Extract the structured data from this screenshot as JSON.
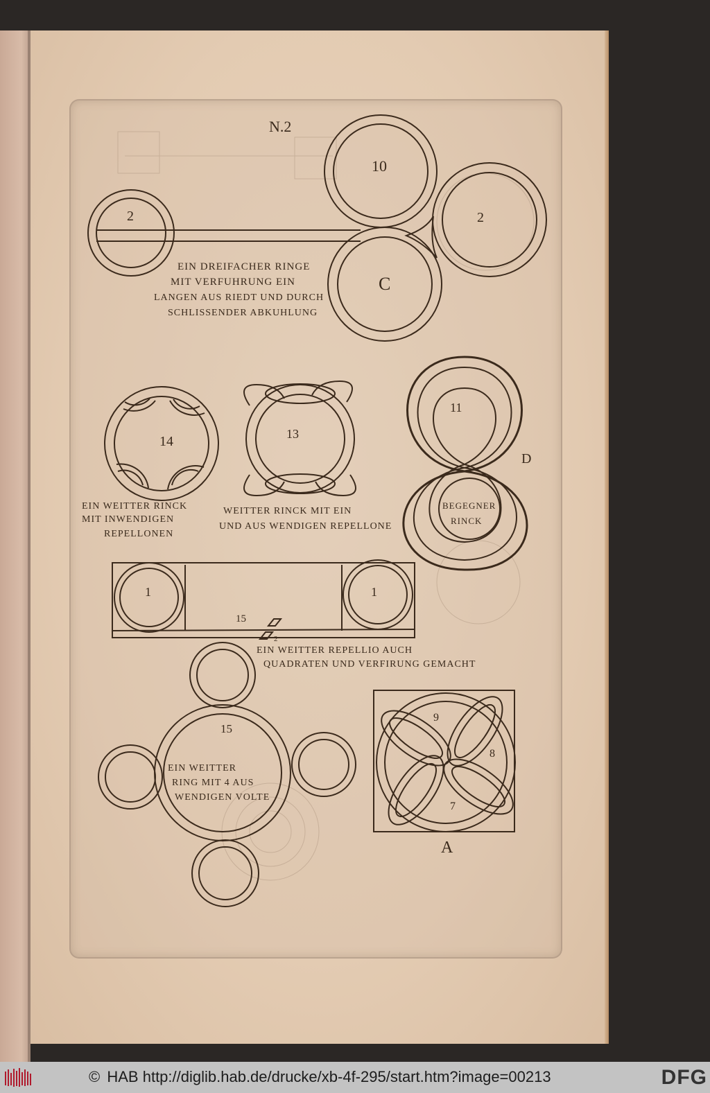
{
  "footer": {
    "copyright_symbol": "©",
    "holder": "HAB",
    "url": "http://diglib.hab.de/drucke/xb-4f-295/start.htm?image=00213",
    "logo_left": "hab-barcode-logo",
    "logo_right": "DFG"
  },
  "plate": {
    "plate_number": "N.2",
    "figures": [
      {
        "id": "triple-ring",
        "labels": [
          "10",
          "2",
          "C",
          "2"
        ],
        "caption_lines": [
          "EIN DREIFACHER RINGE",
          "MIT VERFUHRUNG EIN",
          "LANGEN AUS RIEDT UND DURCH",
          "SCHLISSENDER ABKUHLUNG"
        ]
      },
      {
        "id": "ring-14",
        "labels": [
          "14"
        ],
        "caption_lines": [
          "EIN WEITTER RINCK",
          "MIT INWENDIGEN",
          "REPELLONEN"
        ]
      },
      {
        "id": "ring-13",
        "labels": [
          "13"
        ],
        "caption_lines": [
          "WEITTER RINCK MIT EIN",
          "UND AUS WENDIGEN REPELLONE"
        ]
      },
      {
        "id": "figure-eight",
        "labels": [
          "11",
          "D"
        ],
        "caption_lines": [
          "BEGEGNER",
          "RINCK"
        ]
      },
      {
        "id": "square-repellio",
        "labels": [
          "1",
          "1",
          "15",
          "2"
        ],
        "caption_lines": [
          "EIN WEITTER REPELLIO AUCH",
          "QUADRATEN UND VERFIRUNG GEMACHT"
        ]
      },
      {
        "id": "ring-15",
        "labels": [
          "15"
        ],
        "caption_lines": [
          "EIN WEITTER",
          "RING MIT 4 AUS",
          "WENDIGEN VOLTE"
        ]
      },
      {
        "id": "quatrefoil",
        "labels": [
          "9",
          "8",
          "7",
          "A"
        ],
        "caption_lines": []
      }
    ]
  },
  "colors": {
    "ink": "#3a2a1c",
    "paper": "#e6d0b8",
    "background": "#2b2725",
    "footer_bg": "#c3c3c3",
    "hab_red": "#b0192c"
  }
}
